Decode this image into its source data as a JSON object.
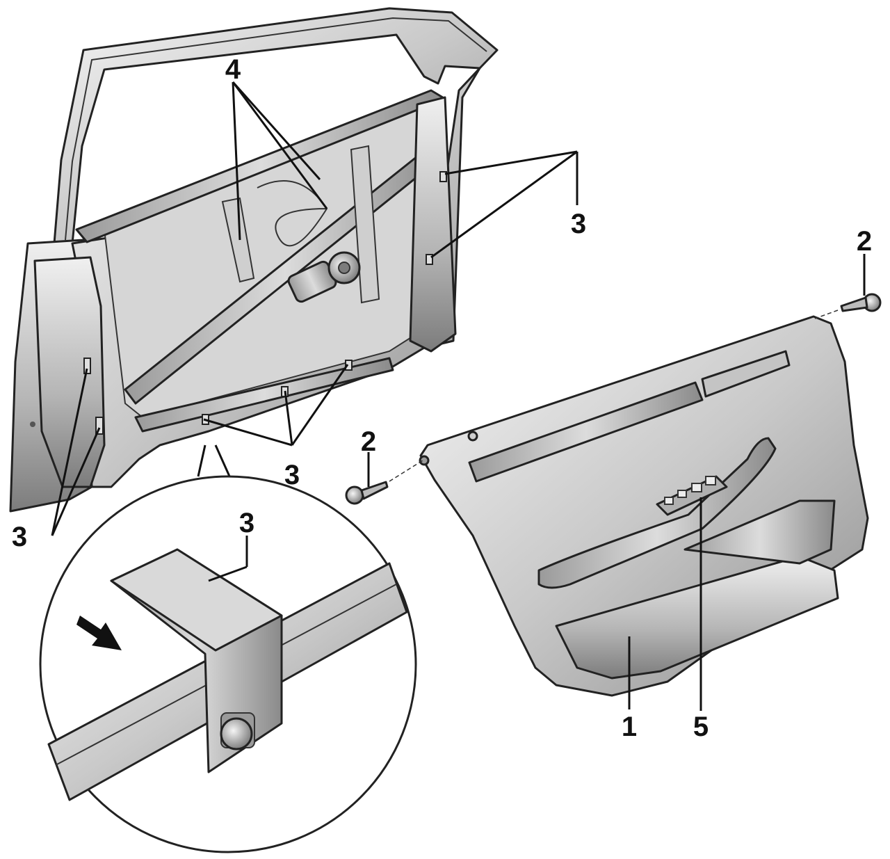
{
  "callouts": {
    "door_trim_panel": "1",
    "screw_right": "2",
    "screw_left": "2",
    "clip_upper_right": "3",
    "clip_bottom": "3",
    "clip_left": "3",
    "clip_detail": "3",
    "window_regulator": "4",
    "window_switch": "5"
  },
  "colors": {
    "metal_light": "#e8e8e8",
    "metal_mid": "#bdbdbd",
    "metal_dark": "#7a7a7a",
    "line": "#222222"
  }
}
